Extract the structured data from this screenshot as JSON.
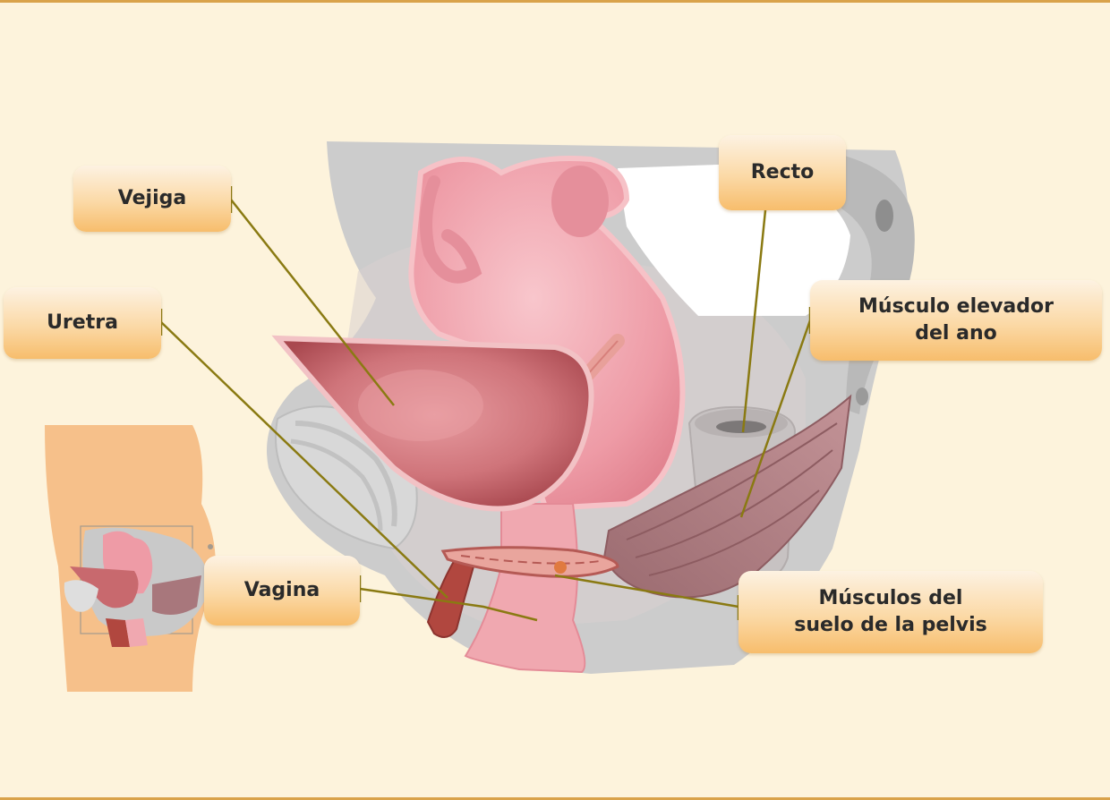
{
  "labels": {
    "vejiga": "Vejiga",
    "uretra": "Uretra",
    "vagina": "Vagina",
    "recto": "Recto",
    "musculo_elevador_line1": "Músculo elevador",
    "musculo_elevador_line2": "del ano",
    "musculos_suelo_line1": "Músculos del",
    "musculos_suelo_line2": "suelo de la pelvis"
  },
  "colors": {
    "background": "#fdf3dc",
    "frame_border": "#d9a24a",
    "leader_line": "#8a7a12",
    "bone_gray": "#c9c9c9",
    "uterus_pink": "#f0a3ad",
    "bladder_red": "#c8696e",
    "muscle_mauve": "#a8777c",
    "inset_skin": "#f7c48c"
  }
}
